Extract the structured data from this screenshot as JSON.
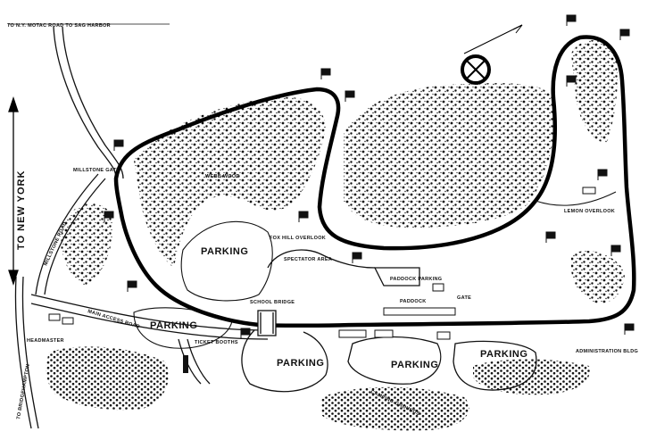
{
  "labels": {
    "top_left": "TO N.Y. MOTAC ROAD  TO SAG HARBOR",
    "to_new_york": "TO NEW YORK",
    "millstone_gate": "MILLSTONE GATE",
    "millstone_road": "MILLSTONE ROAD",
    "wood": "WEBB WOOD",
    "parking_inner": "PARKING",
    "fox_hill_overlook": "FOX HILL OVERLOOK",
    "spectator_area": "SPECTATOR AREA",
    "paddock_parking": "PADDOCK PARKING",
    "paddock": "PADDOCK",
    "gate": "GATE",
    "bridge": "SCHOOL BRIDGE",
    "lemon_overlook": "LEMON OVERLOOK",
    "parking_left": "PARKING",
    "ticket_booths": "TICKET BOOTHS",
    "main_access_road": "MAIN ACCESS ROAD",
    "headmaster": "HEADMASTER",
    "parking_center": "PARKING",
    "parking_right1": "PARKING",
    "parking_right2": "PARKING",
    "camping_grounds": "CAMPING GROUNDS",
    "admin": "ADMINISTRATION BLDG",
    "to_bridgehampton": "TO BRIDGEHAMPTON"
  }
}
